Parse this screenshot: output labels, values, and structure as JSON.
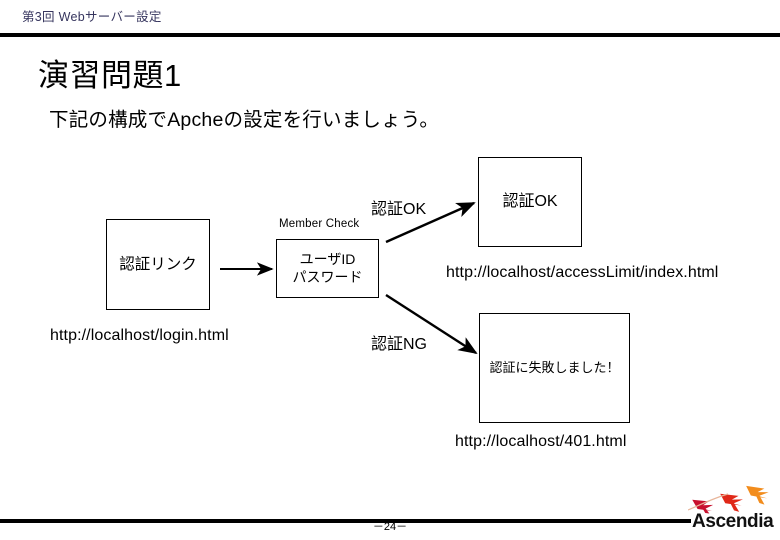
{
  "header": {
    "title": "第3回 Webサーバー設定",
    "title_color": "#36355e"
  },
  "slide": {
    "title": "演習問題1",
    "subtitle": "下記の構成でApcheの設定を行いましょう。"
  },
  "diagram": {
    "boxes": [
      {
        "id": "auth-link",
        "text": "認証リンク"
      },
      {
        "id": "member-check",
        "text": "ユーザID\nパスワード",
        "line1": "ユーザID",
        "line2": "パスワード"
      },
      {
        "id": "auth-ok",
        "text": "認証OK"
      },
      {
        "id": "auth-fail",
        "text": "認証に失敗しました！"
      }
    ],
    "labels": {
      "member_check": "Member Check",
      "auth_ok_branch": "認証OK",
      "auth_ng_branch": "認証NG"
    },
    "urls": {
      "login": "http://localhost/login.html",
      "access_limit": "http://localhost/accessLimit/index.html",
      "error_401": "http://localhost/401.html"
    },
    "stroke_color": "#000000"
  },
  "footer": {
    "page_number": "－24－",
    "logo_text": "Ascendia",
    "logo_colors": {
      "bird_left": "#c8102e",
      "bird_middle": "#e02818",
      "bird_right": "#f28c1c"
    }
  }
}
